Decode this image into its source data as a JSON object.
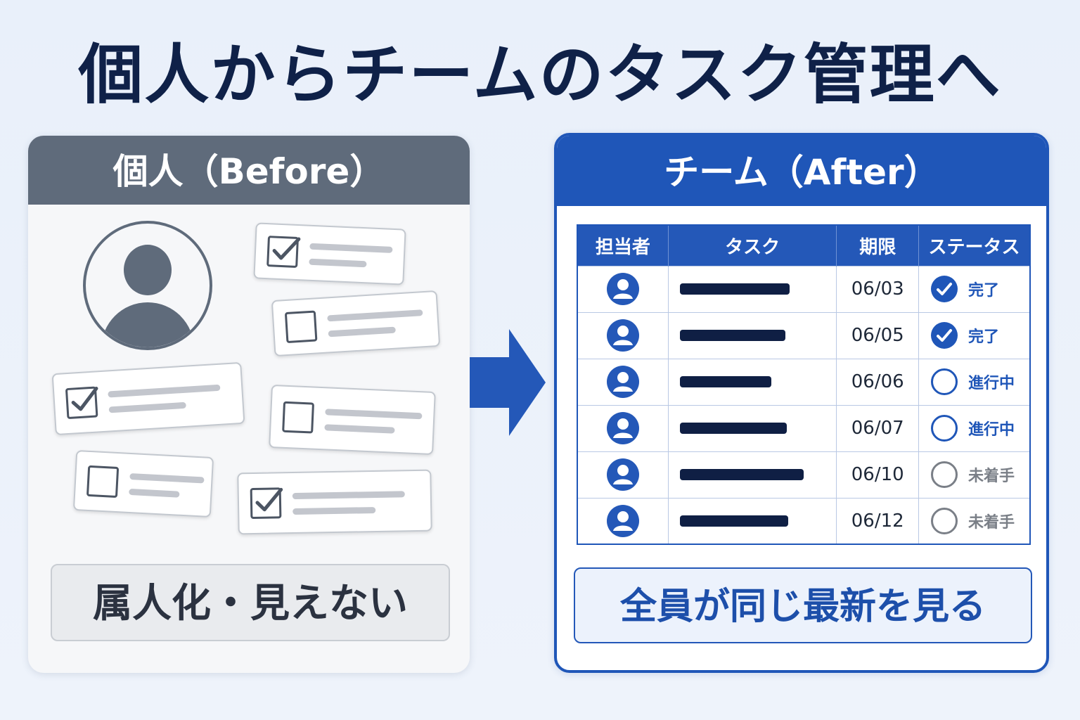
{
  "title": "個人からチームのタスク管理へ",
  "colors": {
    "before_header": "#5f6b7b",
    "after_accent": "#1f56b8",
    "title_text": "#0f2148",
    "status_done": "#1f56b8",
    "status_in_progress": "#1f56b8",
    "status_not_started": "#7a7f87"
  },
  "before": {
    "header": "個人（Before）",
    "icon": "person-avatar-icon",
    "task_cards": [
      {
        "checked": true
      },
      {
        "checked": false
      },
      {
        "checked": true
      },
      {
        "checked": false
      },
      {
        "checked": false
      },
      {
        "checked": true
      }
    ],
    "footer": "属人化・見えない"
  },
  "arrow_icon": "right-arrow-icon",
  "after": {
    "header": "チーム（After）",
    "table": {
      "columns": [
        "担当者",
        "タスク",
        "期限",
        "ステータス"
      ],
      "rows": [
        {
          "assignee_icon": "person-icon",
          "due": "06/03",
          "status": "完了",
          "status_icon": "check-circle-icon",
          "status_kind": "done"
        },
        {
          "assignee_icon": "person-icon",
          "due": "06/05",
          "status": "完了",
          "status_icon": "check-circle-icon",
          "status_kind": "done"
        },
        {
          "assignee_icon": "person-icon",
          "due": "06/06",
          "status": "進行中",
          "status_icon": "open-circle-icon",
          "status_kind": "in_progress"
        },
        {
          "assignee_icon": "person-icon",
          "due": "06/07",
          "status": "進行中",
          "status_icon": "open-circle-icon",
          "status_kind": "in_progress"
        },
        {
          "assignee_icon": "person-icon",
          "due": "06/10",
          "status": "未着手",
          "status_icon": "gray-circle-icon",
          "status_kind": "not_started"
        },
        {
          "assignee_icon": "person-icon",
          "due": "06/12",
          "status": "未着手",
          "status_icon": "gray-circle-icon",
          "status_kind": "not_started"
        }
      ]
    },
    "footer": "全員が同じ最新を見る"
  }
}
